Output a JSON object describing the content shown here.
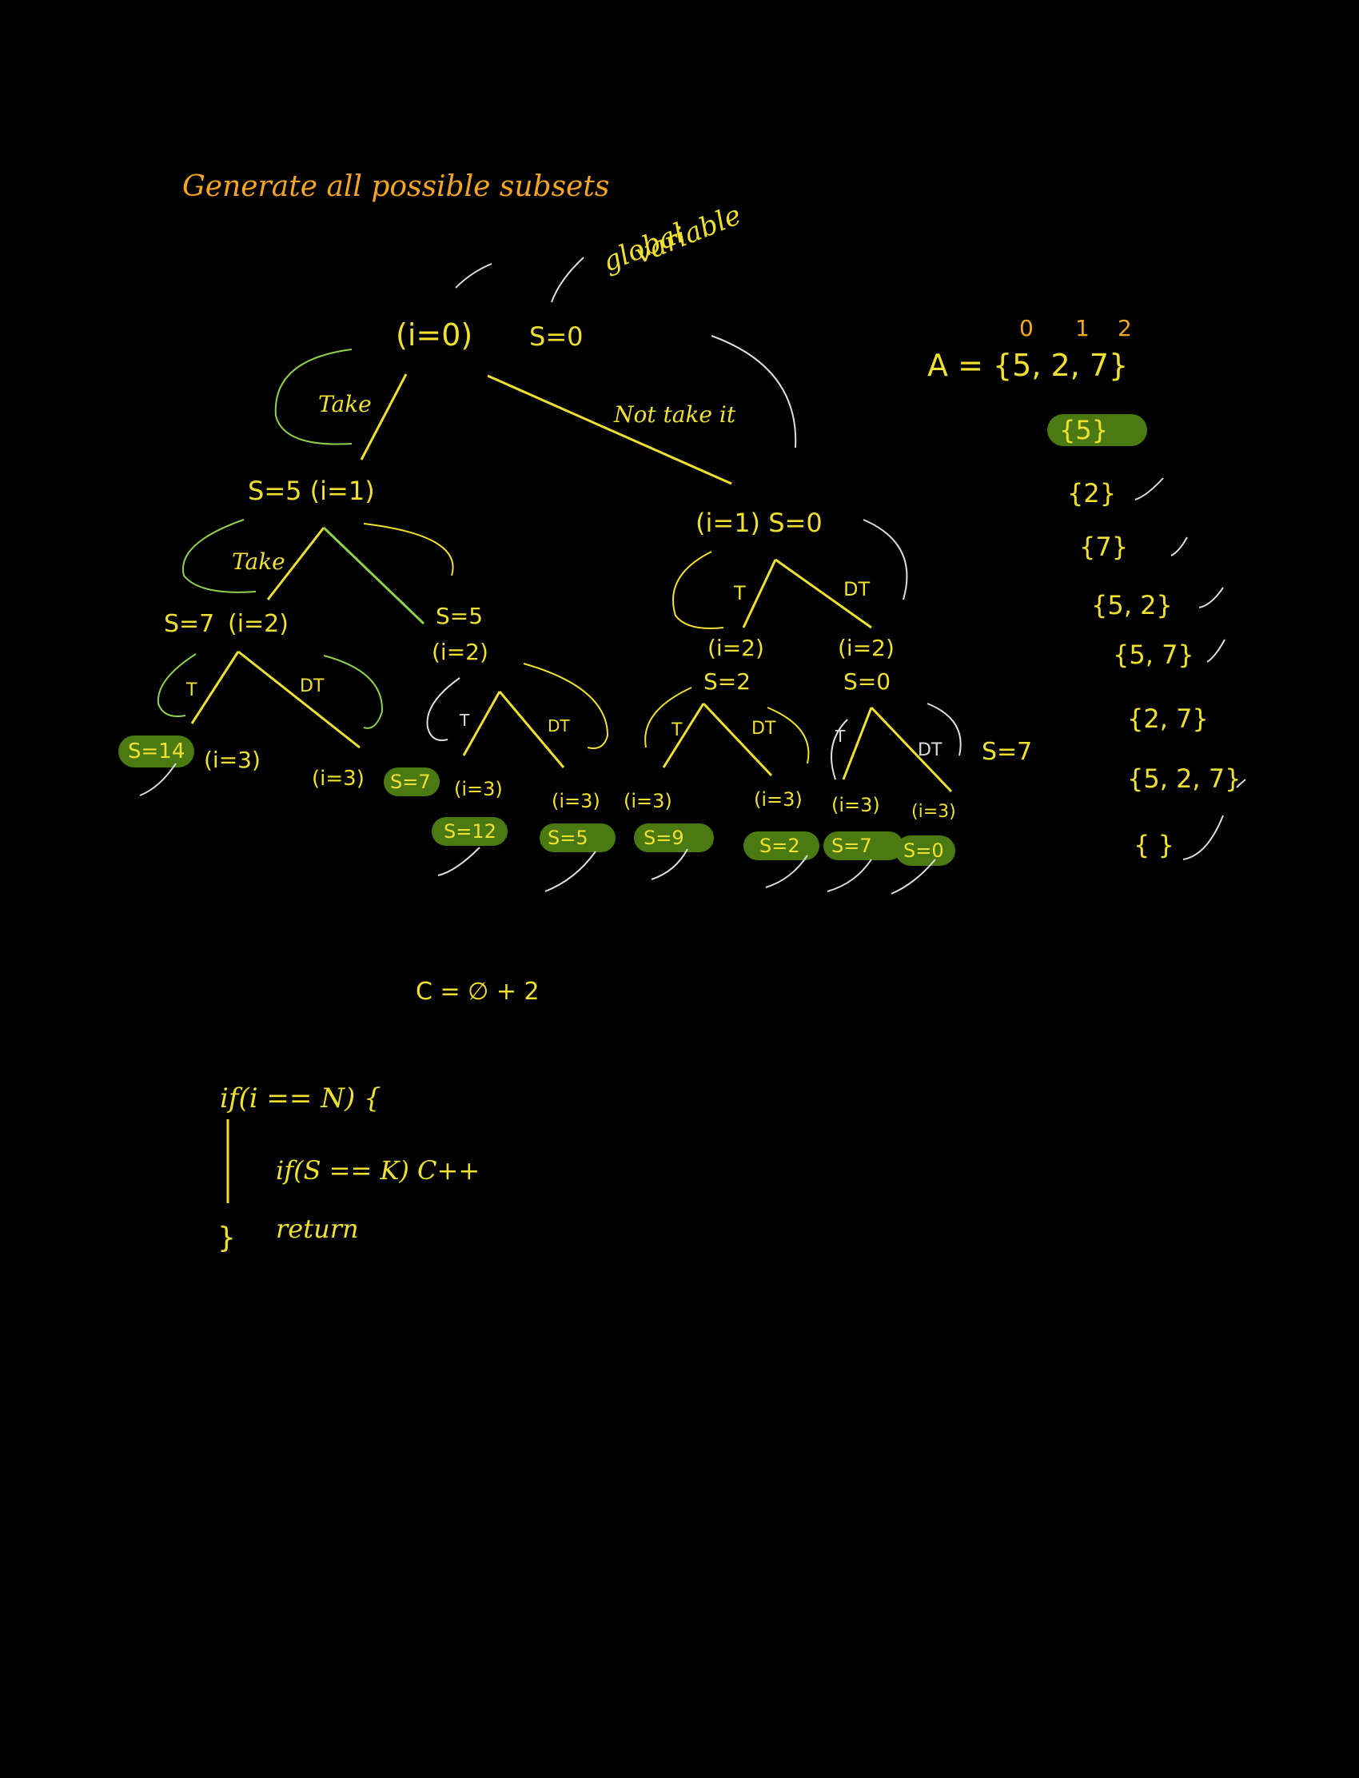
{
  "title": "Generate all possible subsets",
  "global_note": {
    "line1": "global",
    "line2": "variable"
  },
  "tree": {
    "root": {
      "label": "(i=0)",
      "sum": "S=0"
    },
    "labels": {
      "take": "Take",
      "take2": "Take",
      "not_take": "Not take it",
      "t": "T",
      "dt": "DT"
    },
    "l1_left": "S=5 (i=1)",
    "l1_right": "(i=1) S=0",
    "l2_a_sum": "S=7",
    "l2_a": "(i=2)",
    "l2_b_sum": "S=5",
    "l2_b": "(i=2)",
    "l2_c": "(i=2)",
    "l2_c_sum": "S=2",
    "l2_d": "(i=2)",
    "l2_d_sum": "S=0",
    "side_sum": "S=7"
  },
  "leaves": [
    {
      "sum": "S=14",
      "node": "(i=3)"
    },
    {
      "sum": "S=7",
      "node": "(i=3)"
    },
    {
      "sum": "S=12",
      "node": "(i=3)"
    },
    {
      "sum": "S=5",
      "node": "(i=3)"
    },
    {
      "sum": "S=9",
      "node": "(i=3)"
    },
    {
      "sum": "S=2",
      "node": "(i=3)"
    },
    {
      "sum": "S=7",
      "node": "(i=3)"
    },
    {
      "sum": "S=0",
      "node": "(i=3)"
    }
  ],
  "array": {
    "label": "A = {5, 2, 7}",
    "indices": [
      "0",
      "1",
      "2"
    ]
  },
  "subsets": [
    "{5}",
    "{2}",
    "{7}",
    "{5, 2}",
    "{5, 7}",
    "{2, 7}",
    "{5, 2, 7}",
    "{ }"
  ],
  "code": {
    "counter": "C = ∅ + 2",
    "lines": [
      "if(i == N) {",
      "if(S == K) C++",
      "return"
    ],
    "close": "}"
  },
  "colors": {
    "background": "#000000",
    "ink": "#f0e030",
    "accent": "#f5a623",
    "highlight": "#4b7a12",
    "arrow": "#dddddd",
    "green_arrow": "#8fd14f"
  }
}
